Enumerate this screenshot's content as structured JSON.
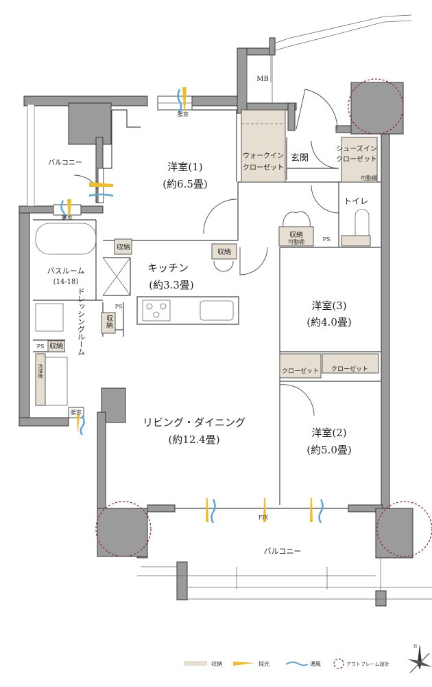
{
  "floorplan": {
    "mb": "MB",
    "balcony_upper": "バルコニー",
    "balcony_lower": "バルコニー",
    "western1": {
      "name": "洋室(1)",
      "size": "(約6.5畳)"
    },
    "western2": {
      "name": "洋室(2)",
      "size": "(約5.0畳)"
    },
    "western3": {
      "name": "洋室(3)",
      "size": "(約4.0畳)"
    },
    "walkin": {
      "line1": "ウォークイン",
      "line2": "クローゼット"
    },
    "entrance": "玄関",
    "shoesin": {
      "line1": "シューズイン",
      "line2": "クローゼット",
      "shelf": "可動棚"
    },
    "toilet": "トイレ",
    "storage_hall": {
      "label": "収納",
      "shelf": "可動棚"
    },
    "ps": "PS",
    "storage": "収納",
    "kitchen": {
      "name": "キッチン",
      "size": "(約3.3畳)"
    },
    "bath": {
      "name": "バスルーム",
      "size": "(14-18)"
    },
    "dressing": "ドレッシングルーム",
    "closet": "クローゼット",
    "living": {
      "name": "リビング・ダイニング",
      "size": "(約12.4畳)"
    },
    "fix": "FIX",
    "waist_window": "腰窓",
    "washer": "洗濯機"
  },
  "legend": {
    "storage": "収納",
    "light": "採光",
    "ventilation": "通風",
    "outframe": "アウトフレーム設計"
  },
  "colors": {
    "wall": "#9b9b9b",
    "storage": "#e7ded2",
    "light": "#f0bd2a",
    "wind": "#5aa6d8",
    "outframe": "#8b2a3a"
  }
}
